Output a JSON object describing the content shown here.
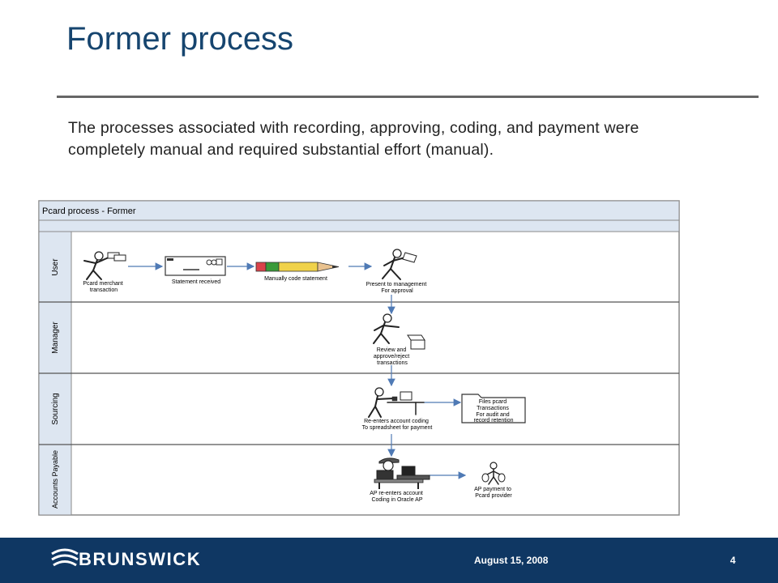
{
  "slide": {
    "title": "Former process",
    "body": "The processes associated with recording, approving, coding, and payment were completely manual and required substantial effort (manual).",
    "footer_brand": "BRUNSWICK",
    "footer_date": "August 15, 2008",
    "page_number": "4",
    "colors": {
      "title": "#16456f",
      "footer": "#0f3763",
      "lane_header": "#dde6f1",
      "arrow": "#4f7ab5"
    }
  },
  "diagram": {
    "header": "Pcard process - Former",
    "lanes": [
      "User",
      "Manager",
      "Sourcing",
      "Accounts Payable"
    ],
    "steps": {
      "merchant": [
        "Pcard merchant",
        "transaction"
      ],
      "statement": [
        "Statement received"
      ],
      "code": [
        "Manually code statement"
      ],
      "present": [
        "Present to management",
        "For approval"
      ],
      "review": [
        "Review and",
        "approve/reject",
        "transactions"
      ],
      "reenter": [
        "Re-enters account coding",
        "To spreadsheet for payment"
      ],
      "files": [
        "Files pcard",
        "Transactions",
        "For audit and",
        "record retention"
      ],
      "ap_reenter": [
        "AP re-enters account",
        "Coding in Oracle AP"
      ],
      "ap_payment": [
        "AP payment to",
        "Pcard provider"
      ]
    },
    "icons": [
      "person-with-money-icon",
      "statement-envelope-icon",
      "pencil-icon",
      "person-walking-icon",
      "person-with-box-icon",
      "person-at-desk-icon",
      "file-folder-icon",
      "person-at-computer-icon",
      "money-bags-icon"
    ]
  }
}
